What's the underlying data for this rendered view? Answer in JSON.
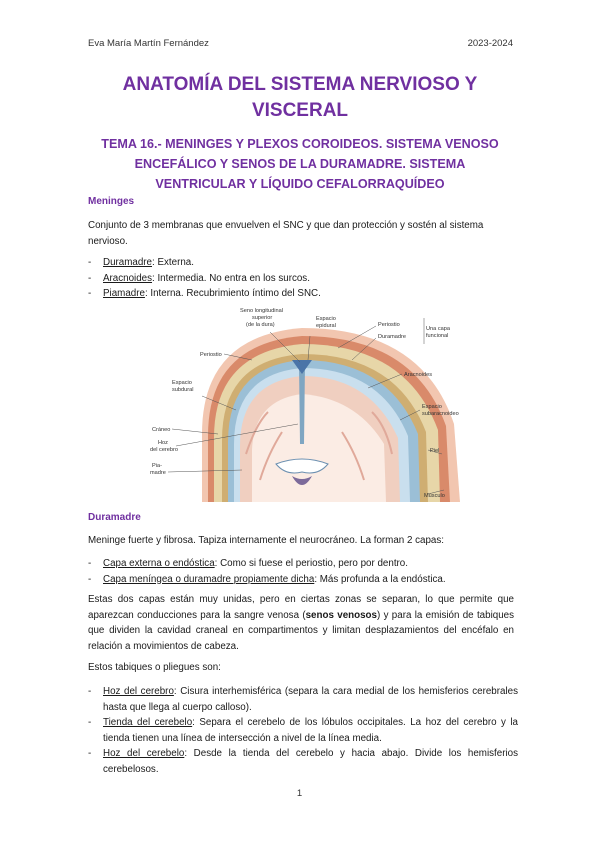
{
  "header": {
    "author": "Eva María Martín Fernández",
    "year": "2023-2024"
  },
  "title": {
    "line1": "ANATOMÍA DEL SISTEMA NERVIOSO Y",
    "line2": "VISCERAL"
  },
  "subtitle": {
    "line1": "TEMA 16.- MENINGES Y PLEXOS COROIDEOS. SISTEMA VENOSO",
    "line2": "ENCEFÁLICO Y SENOS DE LA DURAMADRE. SISTEMA",
    "line3": "VENTRICULAR Y LÍQUIDO CEFALORRAQUÍDEO"
  },
  "meninges": {
    "heading": "Meninges",
    "intro": "Conjunto de 3 membranas que envuelven el SNC y que dan protección y sostén al sistema nervioso.",
    "items": [
      {
        "term": "Duramadre",
        "desc": ": Externa."
      },
      {
        "term": "Aracnoides",
        "desc": ": Intermedia. No entra en los surcos."
      },
      {
        "term": "Piamadre",
        "desc": ": Interna. Recubrimiento íntimo del SNC."
      }
    ]
  },
  "figure": {
    "labels": {
      "seno": [
        "Seno longitudinal",
        "superior",
        "(de la dura)"
      ],
      "espacio_epidural": [
        "Espacio",
        "epidural"
      ],
      "periostio_top": "Periostio",
      "duramadre": "Duramadre",
      "capa_funcional": [
        "Una capa",
        "funcional"
      ],
      "periostio_left": "Periostio",
      "aracnoides": "Aracnoides",
      "espacio_subdural": [
        "Espacio",
        "subdural"
      ],
      "espacio_subaracnoideo": [
        "Espacio",
        "subaracnoideo"
      ],
      "craneo": "Cráneo",
      "hoz": [
        "Hoz",
        "del cerebro"
      ],
      "piamadre": [
        "Pia-",
        "madre"
      ],
      "piel": "Piel",
      "musculo": "Músculo"
    }
  },
  "duramadre": {
    "heading": "Duramadre",
    "intro": "Meninge fuerte y fibrosa. Tapiza internamente el neurocráneo. La forman 2 capas:",
    "layers": [
      {
        "term": "Capa externa o endóstica",
        "desc": ": Como si fuese el periostio, pero por dentro."
      },
      {
        "term": "Capa meníngea o duramadre propiamente dicha",
        "desc": ": Más profunda a la endóstica."
      }
    ],
    "para_before": "Estas dos capas están muy unidas, pero en ciertas zonas se separan, lo que permite que aparezcan conducciones para la sangre venosa (",
    "para_bold": "senos venosos",
    "para_after": ") y para la emisión de tabiques que dividen la cavidad craneal en compartimentos y limitan desplazamientos del encéfalo en relación a movimientos de cabeza.",
    "tabiques_intro": "Estos tabiques o pliegues son:",
    "tabiques": [
      {
        "term": "Hoz del cerebro",
        "desc": ": Cisura interhemisférica (separa la cara medial de los hemisferios cerebrales hasta que llega al cuerpo calloso)."
      },
      {
        "term": "Tienda del cerebelo",
        "desc": ": Separa el cerebelo de los lóbulos occipitales. La hoz del cerebro y la tienda tienen una línea de intersección a nivel de la línea media."
      },
      {
        "term": "Hoz del cerebelo",
        "desc": ": Desde la tienda del cerebelo y hacia abajo. Divide los hemisferios cerebelosos."
      }
    ]
  },
  "page_number": "1"
}
